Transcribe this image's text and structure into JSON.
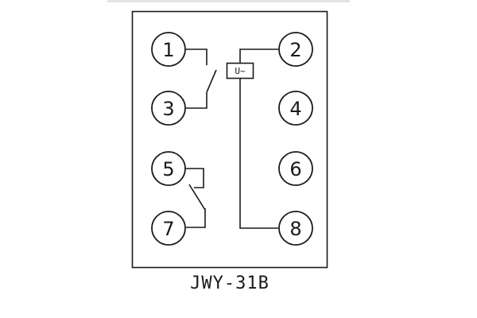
{
  "pins": {
    "p1": "1",
    "p2": "2",
    "p3": "3",
    "p4": "4",
    "p5": "5",
    "p6": "6",
    "p7": "7",
    "p8": "8"
  },
  "coil": {
    "label": "U~"
  },
  "model": "JWY-31B",
  "colors": {
    "stroke": "#1a1a1a",
    "top_rule": "#e2e2e2",
    "background": "#ffffff"
  }
}
